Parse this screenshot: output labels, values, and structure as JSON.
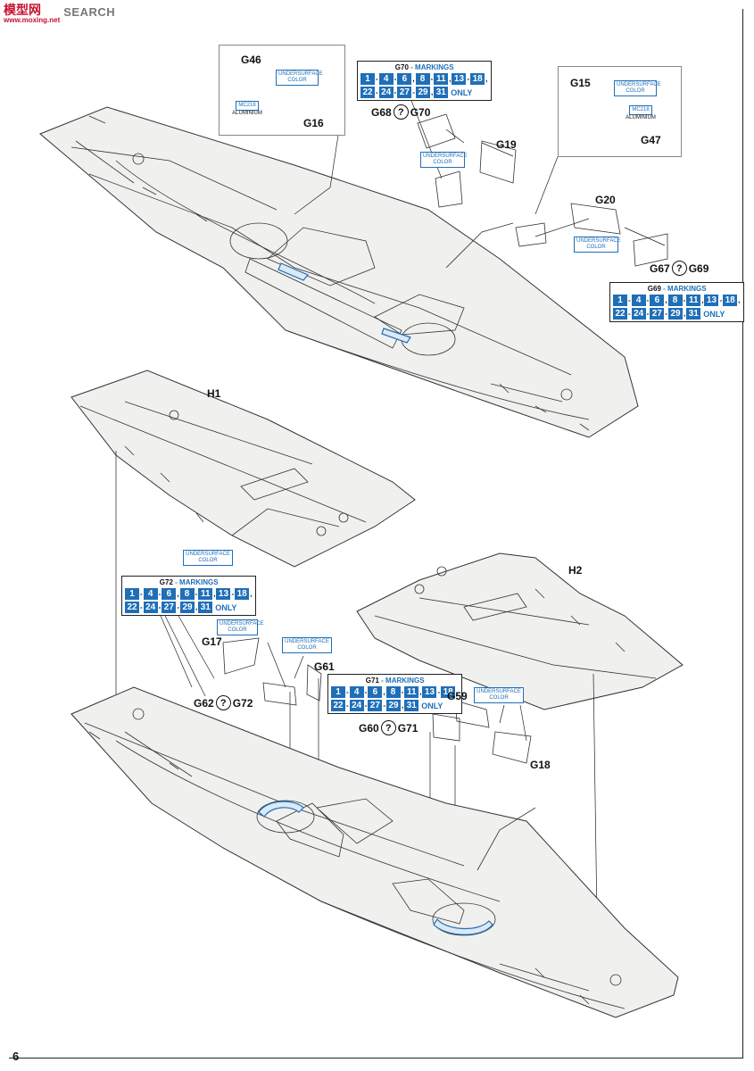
{
  "watermark": {
    "logo": "模型网",
    "url": "www.moxing.net",
    "search": "SEARCH"
  },
  "page_number": "6",
  "part_labels": {
    "g46": "G46",
    "g16": "G16",
    "g15": "G15",
    "g47": "G47",
    "g19": "G19",
    "g20": "G20",
    "h1": "H1",
    "h2": "H2",
    "g17": "G17",
    "g61": "G61",
    "g59": "G59",
    "g18": "G18"
  },
  "option_labels": {
    "g68_g70": {
      "left": "G68",
      "q": "?",
      "right": "G70"
    },
    "g67_g69": {
      "left": "G67",
      "q": "?",
      "right": "G69"
    },
    "g62_g72": {
      "left": "G62",
      "q": "?",
      "right": "G72"
    },
    "g60_g71": {
      "left": "G60",
      "q": "?",
      "right": "G71"
    }
  },
  "color_notes": {
    "undersurface": "UNDERSURFACE COLOR",
    "mc218": "MC218",
    "aluminium": "ALUMINIUM"
  },
  "markings": [
    {
      "part": "G70",
      "word": "- MARKINGS",
      "row1": [
        "1",
        "4",
        "6",
        "8",
        "11",
        "13",
        "18"
      ],
      "row1_seps": [
        "-",
        "-",
        ",",
        "-",
        ",",
        "-",
        ","
      ],
      "row2": [
        "22",
        "24",
        "27",
        "29",
        "31"
      ],
      "row2_seps": [
        "-",
        "-",
        "-",
        ","
      ],
      "only": "ONLY"
    },
    {
      "part": "G69",
      "word": "- MARKINGS",
      "row1": [
        "1",
        "4",
        "6",
        "8",
        "11",
        "13",
        "18"
      ],
      "row1_seps": [
        "-",
        "-",
        ",",
        "-",
        ",",
        "-",
        ","
      ],
      "row2": [
        "22",
        "24",
        "27",
        "29",
        "31"
      ],
      "row2_seps": [
        "-",
        "-",
        "-",
        ","
      ],
      "only": "ONLY"
    },
    {
      "part": "G72",
      "word": "- MARKINGS",
      "row1": [
        "1",
        "4",
        "6",
        "8",
        "11",
        "13",
        "18"
      ],
      "row1_seps": [
        "-",
        "-",
        ",",
        "-",
        ",",
        "-",
        ","
      ],
      "row2": [
        "22",
        "24",
        "27",
        "29",
        "31"
      ],
      "row2_seps": [
        "-",
        "-",
        "-",
        ","
      ],
      "only": "ONLY"
    },
    {
      "part": "G71",
      "word": "- MARKINGS",
      "row1": [
        "1",
        "4",
        "6",
        "8",
        "11",
        "13",
        "18"
      ],
      "row1_seps": [
        "-",
        "-",
        ",",
        "-",
        ",",
        "-",
        ","
      ],
      "row2": [
        "22",
        "24",
        "27",
        "29",
        "31"
      ],
      "row2_seps": [
        "-",
        "-",
        "-",
        ","
      ],
      "only": "ONLY"
    }
  ],
  "colors": {
    "accent_blue": "#1f6fb8",
    "line": "#333333",
    "watermark_red": "#c8102e"
  }
}
